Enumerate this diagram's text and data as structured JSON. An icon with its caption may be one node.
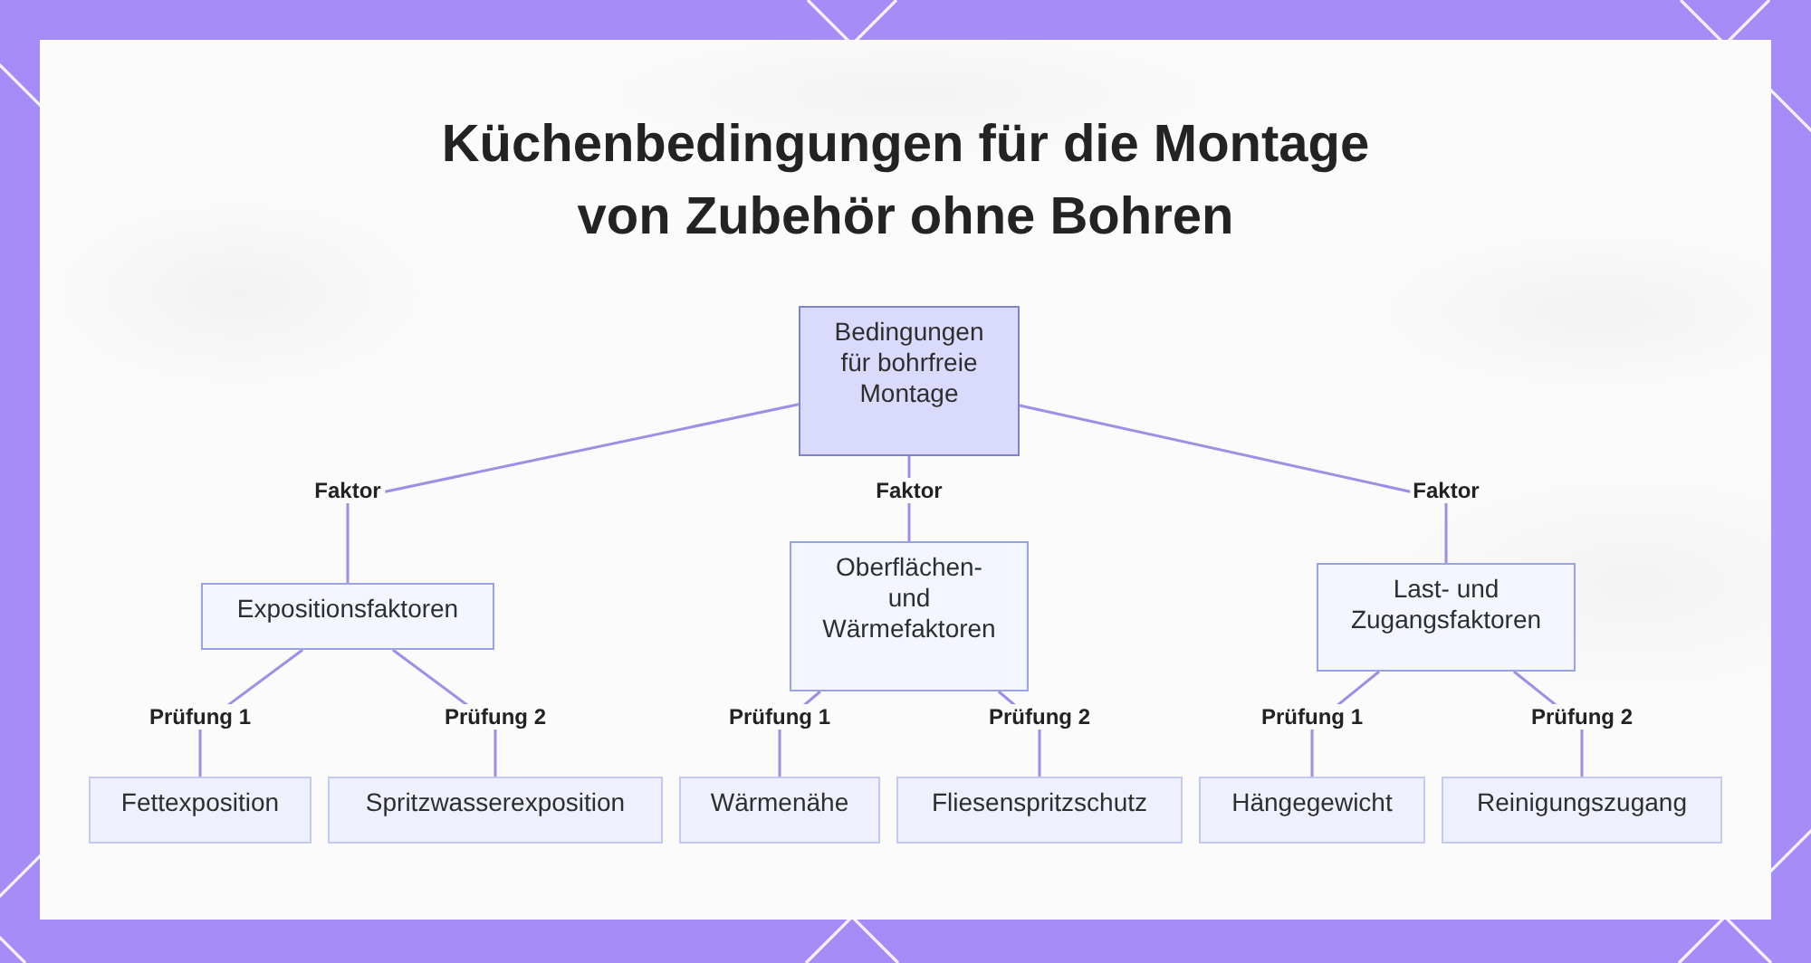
{
  "diagram": {
    "title": "Küchenbedingungen für die Montage von Zubehör ohne Bohren",
    "nodes": [
      {
        "text": [
          "Bedingungen für bohrfreie Montage"
        ]
      },
      {
        "text": [
          "Expositionsfaktoren"
        ]
      },
      {
        "text": [
          "Oberflächen- und Wärmefaktoren"
        ]
      },
      {
        "text": [
          "Last- und Zugangsfaktoren"
        ]
      },
      {
        "text": [
          "Fettexposition"
        ]
      },
      {
        "text": [
          "Spritzwasserexposition"
        ]
      },
      {
        "text": [
          "Wärmenähe"
        ]
      },
      {
        "text": [
          "Fliesenspritzschutz"
        ]
      },
      {
        "text": [
          "Hängegewicht"
        ]
      },
      {
        "text": [
          "Reinigungszugang"
        ]
      }
    ],
    "edges": [
      {
        "from": 0,
        "to": 1,
        "label": "Faktor",
        "arrow": "none"
      },
      {
        "from": 0,
        "to": 2,
        "label": "Faktor",
        "arrow": "none"
      },
      {
        "from": 0,
        "to": 3,
        "label": "Faktor",
        "arrow": "none"
      },
      {
        "from": 1,
        "to": 4,
        "label": "Prüfung 1",
        "arrow": "none"
      },
      {
        "from": 1,
        "to": 5,
        "label": "Prüfung 2",
        "arrow": "none"
      },
      {
        "from": 2,
        "to": 6,
        "label": "Prüfung 1",
        "arrow": "none"
      },
      {
        "from": 2,
        "to": 7,
        "label": "Prüfung 2",
        "arrow": "none"
      },
      {
        "from": 3,
        "to": 8,
        "label": "Prüfung 1",
        "arrow": "none"
      },
      {
        "from": 3,
        "to": 9,
        "label": "Prüfung 2",
        "arrow": "none"
      }
    ]
  }
}
